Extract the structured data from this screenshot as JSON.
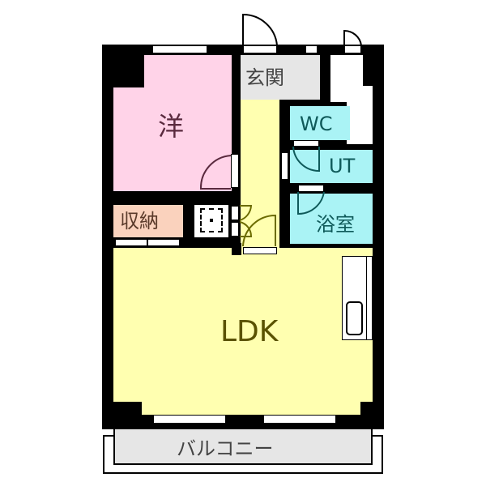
{
  "floorplan": {
    "rooms": {
      "western": {
        "label": "洋",
        "color": "#ffd3e8",
        "text_color": "#5a2a3e"
      },
      "entrance": {
        "label": "玄関",
        "color": "#e6e6e6",
        "text_color": "#444444"
      },
      "wc": {
        "label": "WC",
        "color": "#aaf3f5",
        "text_color": "#0f5a5a"
      },
      "ut": {
        "label": "UT",
        "color": "#aaf3f5",
        "text_color": "#0f5a5a"
      },
      "bath": {
        "label": "浴室",
        "color": "#aaf3f5",
        "text_color": "#0f5a5a"
      },
      "storage": {
        "label": "収納",
        "color": "#fad2bd",
        "text_color": "#5a3a2a"
      },
      "ldk": {
        "label": "LDK",
        "color": "#ffffb0",
        "text_color": "#5a5200"
      },
      "balcony": {
        "label": "バルコニー",
        "color": "#e6e6e6",
        "text_color": "#444444"
      }
    },
    "colors": {
      "wall": "#000000",
      "hallway": "#ffffb0",
      "door_arc_western": "#5a2a3e",
      "door_arc_wet": "#0f5a5a",
      "door_arc_ldk": "#6b6b00"
    }
  }
}
